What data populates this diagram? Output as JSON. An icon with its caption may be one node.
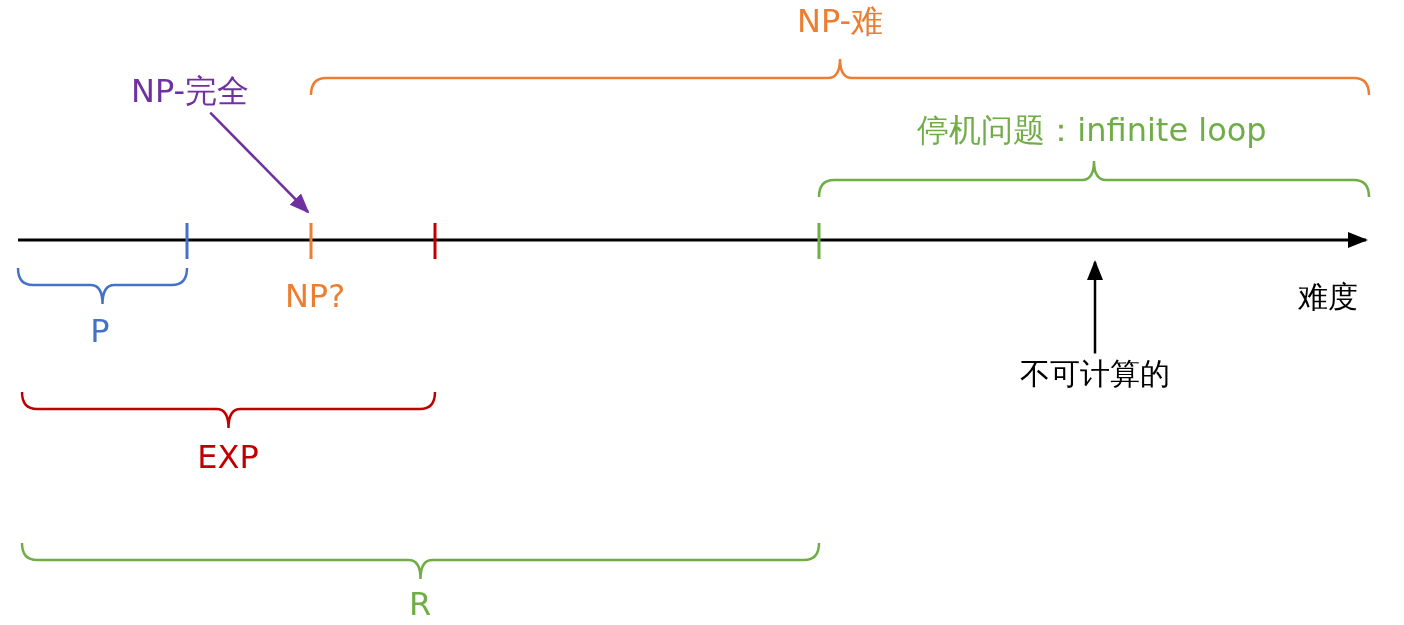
{
  "diagram": {
    "nodes": [
      {
        "text": [
          "NP-完全"
        ]
      },
      {
        "text": [
          "不可计算的"
        ]
      }
    ],
    "edges": [
      {
        "from": 0,
        "to": null,
        "arrow": "to",
        "color": "#7030a0"
      },
      {
        "from": 1,
        "to": null,
        "arrow": "to",
        "color": "#000000"
      }
    ],
    "labels": [
      "NP-难",
      "停机问题：infinite loop",
      "难度",
      "NP?",
      "P",
      "EXP",
      "R"
    ]
  }
}
